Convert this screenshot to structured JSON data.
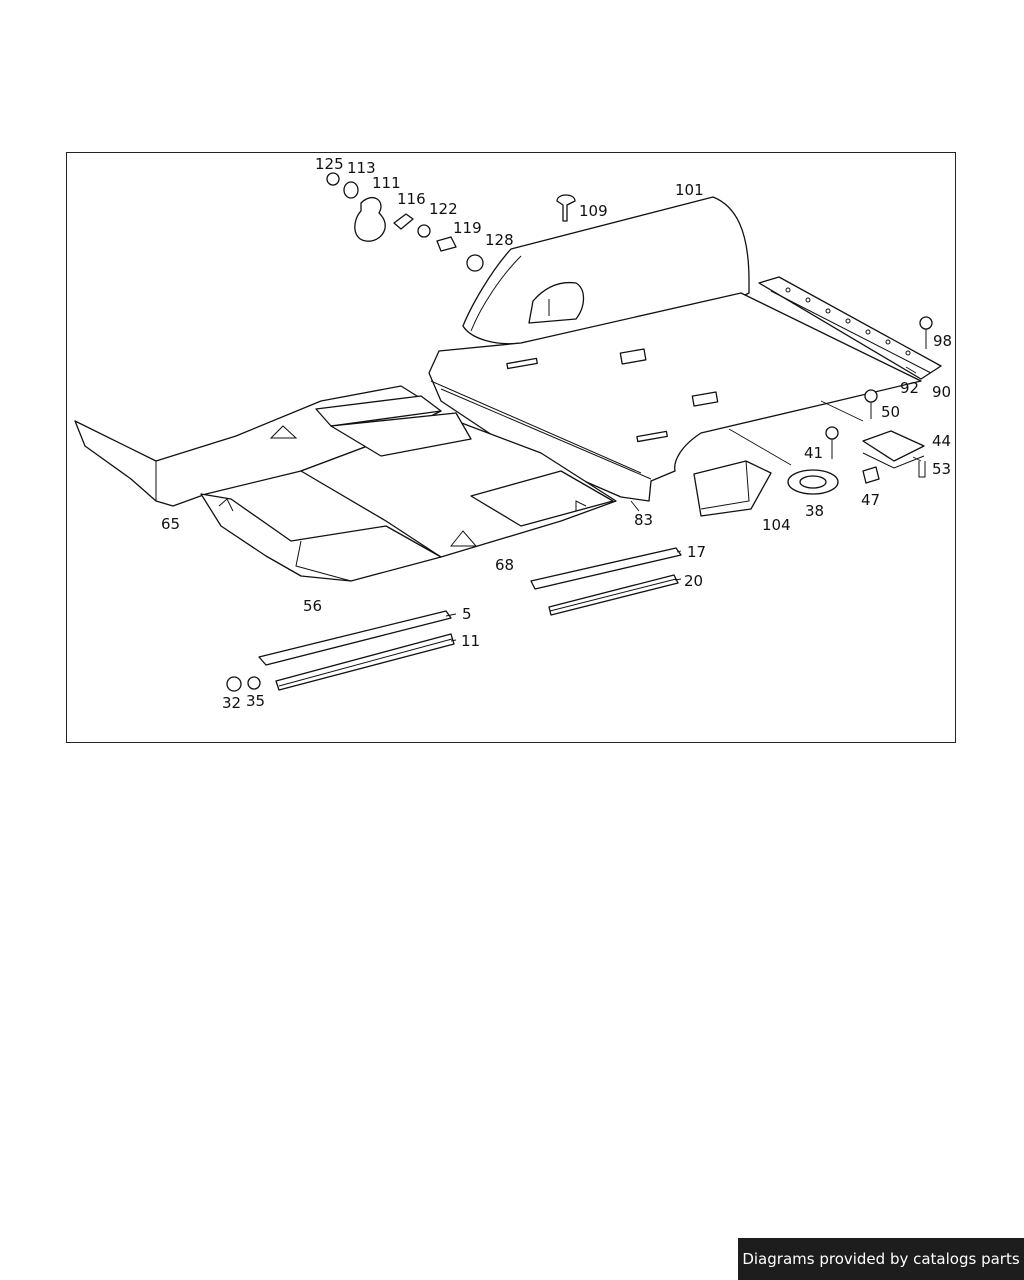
{
  "diagram": {
    "callouts": [
      "5",
      "11",
      "17",
      "20",
      "32",
      "35",
      "38",
      "41",
      "44",
      "47",
      "50",
      "53",
      "56",
      "65",
      "68",
      "83",
      "90",
      "92",
      "98",
      "101",
      "104",
      "109",
      "111",
      "113",
      "116",
      "119",
      "122",
      "125",
      "128"
    ]
  },
  "footer": {
    "credit": "Diagrams provided by catalogs parts"
  }
}
